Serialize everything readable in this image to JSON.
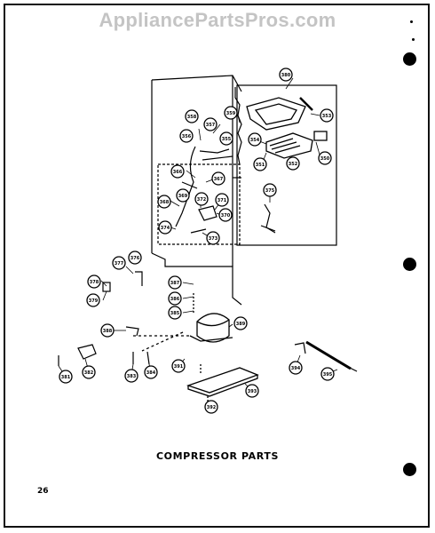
{
  "watermark": "AppliancePartsPros.com",
  "caption": "COMPRESSOR PARTS",
  "page_number": "26",
  "callouts": [
    "380",
    "359",
    "358",
    "357",
    "356",
    "355",
    "354",
    "353",
    "352",
    "351",
    "350",
    "366",
    "367",
    "368",
    "369",
    "372",
    "371",
    "370",
    "374",
    "373",
    "375",
    "376",
    "377",
    "378",
    "379",
    "387",
    "386",
    "385",
    "388",
    "389",
    "381",
    "382",
    "383",
    "384",
    "391",
    "393",
    "392",
    "394",
    "395"
  ]
}
